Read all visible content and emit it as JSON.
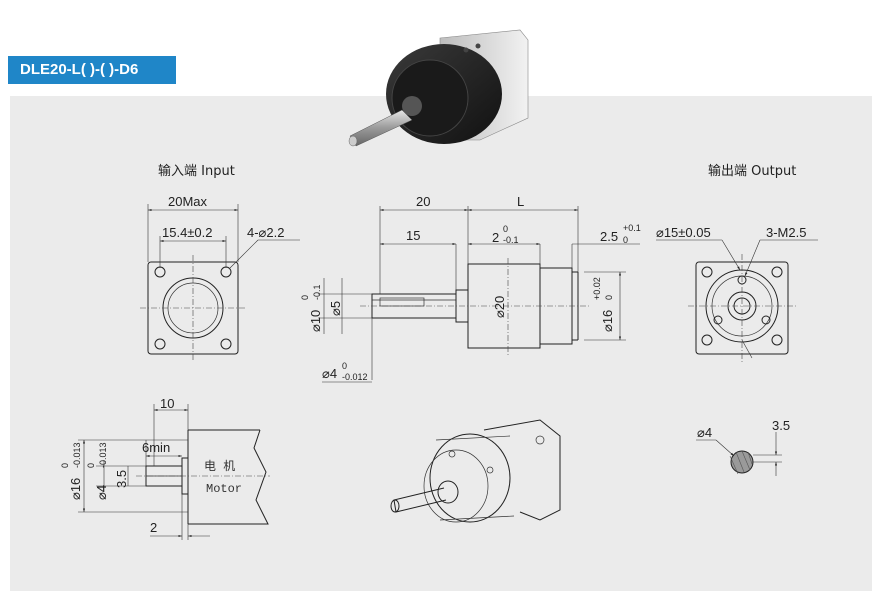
{
  "badge": {
    "label": "DLE20-L( )-( )-D6"
  },
  "headings": {
    "input": "输入端 Input",
    "output": "输出端 Output"
  },
  "input_view": {
    "width": "20Max",
    "pitch": "15.4±0.2",
    "holes": "4-⌀2.2"
  },
  "side_view": {
    "dim_20": "20",
    "dim_L": "L",
    "dim_15": "15",
    "dim_2": "2",
    "dim_2_upper": "0",
    "dim_2_lower": "-0.1",
    "dim_25": "2.5",
    "dim_25_upper": "+0.1",
    "dim_25_lower": "0",
    "dia_10": "⌀10",
    "dia_10_upper": "0",
    "dia_10_lower": "-0.1",
    "dia_5": "⌀5",
    "dia_20": "⌀20",
    "dia_16": "⌀16",
    "dia_16_upper": "+0.02",
    "dia_16_lower": "0",
    "dia_4": "⌀4",
    "dia_4_upper": "0",
    "dia_4_lower": "-0.012"
  },
  "output_view": {
    "dia_15": "⌀15±0.05",
    "holes": "3-M2.5"
  },
  "motor_view": {
    "dim_10": "10",
    "dim_6min": "6min",
    "dim_2": "2",
    "dim_35": "3.5",
    "dia_16": "⌀16",
    "dia_16_upper": "0",
    "dia_16_lower": "-0.013",
    "dia_4": "⌀4",
    "dia_4_upper": "0",
    "dia_4_lower": "-0.013",
    "motor_cn": "电 机",
    "motor_en": "Motor"
  },
  "shaft_view": {
    "dia_4": "⌀4",
    "dim_35": "3.5"
  }
}
